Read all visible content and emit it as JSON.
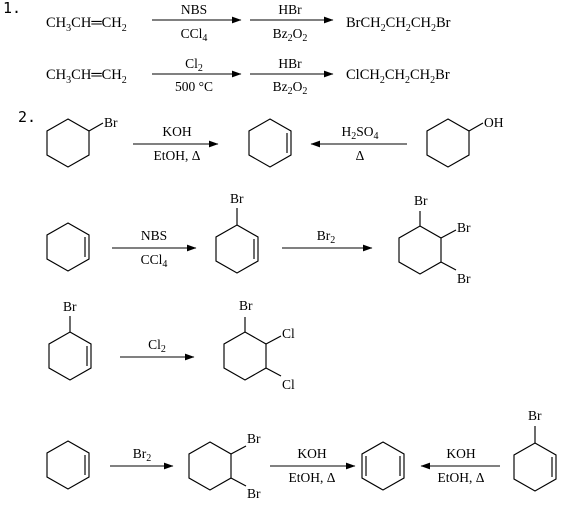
{
  "problem_1": {
    "number": "1.",
    "row_a": {
      "start": [
        "CH",
        "3",
        "CH",
        "═",
        "CH",
        "2"
      ],
      "step1_above": "NBS",
      "step1_below": [
        "CCl",
        "4"
      ],
      "step2_above": "HBr",
      "step2_below": [
        "Bz",
        "2",
        "O",
        "2"
      ],
      "product": [
        "BrCH",
        "2",
        "CH",
        "2",
        "CH",
        "2",
        "Br"
      ]
    },
    "row_b": {
      "start": [
        "CH",
        "3",
        "CH",
        "═",
        "CH",
        "2"
      ],
      "step1_above": [
        "Cl",
        "2"
      ],
      "step1_below": "500 °C",
      "step2_above": "HBr",
      "step2_below": [
        "Bz",
        "2",
        "O",
        "2"
      ],
      "product": [
        "ClCH",
        "2",
        "CH",
        "2",
        "CH",
        "2",
        "Br"
      ]
    }
  },
  "problem_2": {
    "number": "2.",
    "row1": {
      "left_substituent": "Br",
      "arrow_left_above": "KOH",
      "arrow_left_below": "EtOH, Δ",
      "arrow_right_above": [
        "H",
        "2",
        "SO",
        "4"
      ],
      "arrow_right_below": "Δ",
      "right_substituent": "OH"
    },
    "row2": {
      "arrow1_above": "NBS",
      "arrow1_below": [
        "CCl",
        "4"
      ],
      "mid_substituent": "Br",
      "arrow2_above": [
        "Br",
        "2"
      ],
      "product_substituents": [
        "Br",
        "Br",
        "Br"
      ]
    },
    "row3": {
      "start_substituent": "Br",
      "arrow_above": [
        "Cl",
        "2"
      ],
      "product_substituents": [
        "Br",
        "Cl",
        "Cl"
      ]
    },
    "row4": {
      "arrow1_above": [
        "Br",
        "2"
      ],
      "dibromide_substituents": [
        "Br",
        "Br"
      ],
      "arrow2_above": "KOH",
      "arrow2_below": "EtOH, Δ",
      "arrow3_above": "KOH",
      "arrow3_below": "EtOH, Δ",
      "right_substituent": "Br"
    }
  }
}
